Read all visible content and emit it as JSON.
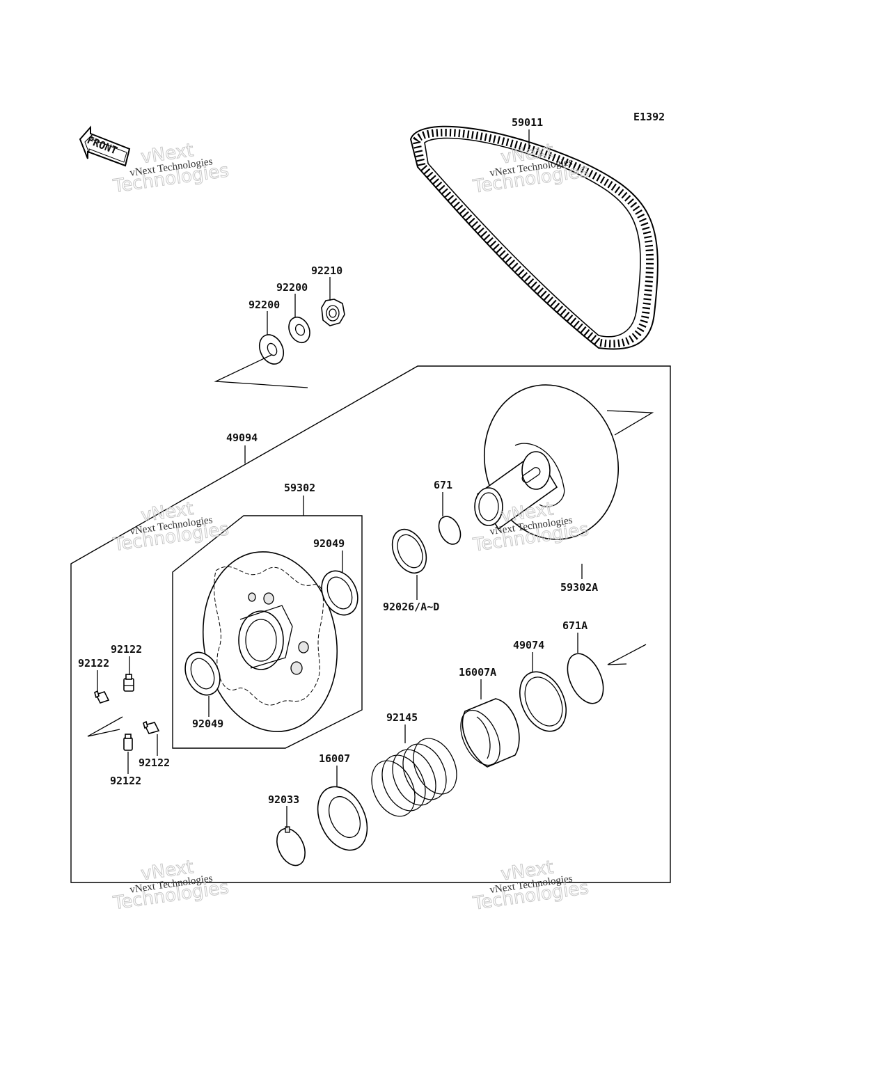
{
  "diagram_code": "E1392",
  "front_label": "FRONT",
  "watermark": {
    "line1": "vNext",
    "line2": "Technologies",
    "small": "vNext Technologies"
  },
  "parts": [
    {
      "id": "p59011",
      "number": "59011",
      "name": "drive-belt"
    },
    {
      "id": "p92210",
      "number": "92210",
      "name": "nut"
    },
    {
      "id": "p92200a",
      "number": "92200",
      "name": "washer"
    },
    {
      "id": "p92200b",
      "number": "92200",
      "name": "washer"
    },
    {
      "id": "p49094",
      "number": "49094",
      "name": "driven-pulley-assembly"
    },
    {
      "id": "p59302",
      "number": "59302",
      "name": "movable-sheave-assembly"
    },
    {
      "id": "p92049a",
      "number": "92049",
      "name": "oil-seal"
    },
    {
      "id": "p92049b",
      "number": "92049",
      "name": "oil-seal"
    },
    {
      "id": "p671",
      "number": "671",
      "name": "o-ring"
    },
    {
      "id": "p92026",
      "number": "92026/A~D",
      "name": "shim"
    },
    {
      "id": "p59302A",
      "number": "59302A",
      "name": "fixed-sheave"
    },
    {
      "id": "p671A",
      "number": "671A",
      "name": "o-ring"
    },
    {
      "id": "p49074",
      "number": "49074",
      "name": "ramp-plate"
    },
    {
      "id": "p16007A",
      "number": "16007A",
      "name": "bushing"
    },
    {
      "id": "p92145",
      "number": "92145",
      "name": "spring"
    },
    {
      "id": "p16007",
      "number": "16007",
      "name": "spring-seat"
    },
    {
      "id": "p92033",
      "number": "92033",
      "name": "circlip"
    },
    {
      "id": "p92122a",
      "number": "92122",
      "name": "grease-nipple"
    },
    {
      "id": "p92122b",
      "number": "92122",
      "name": "grease-nipple"
    },
    {
      "id": "p92122c",
      "number": "92122",
      "name": "grease-nipple"
    },
    {
      "id": "p92122d",
      "number": "92122",
      "name": "grease-nipple"
    }
  ]
}
